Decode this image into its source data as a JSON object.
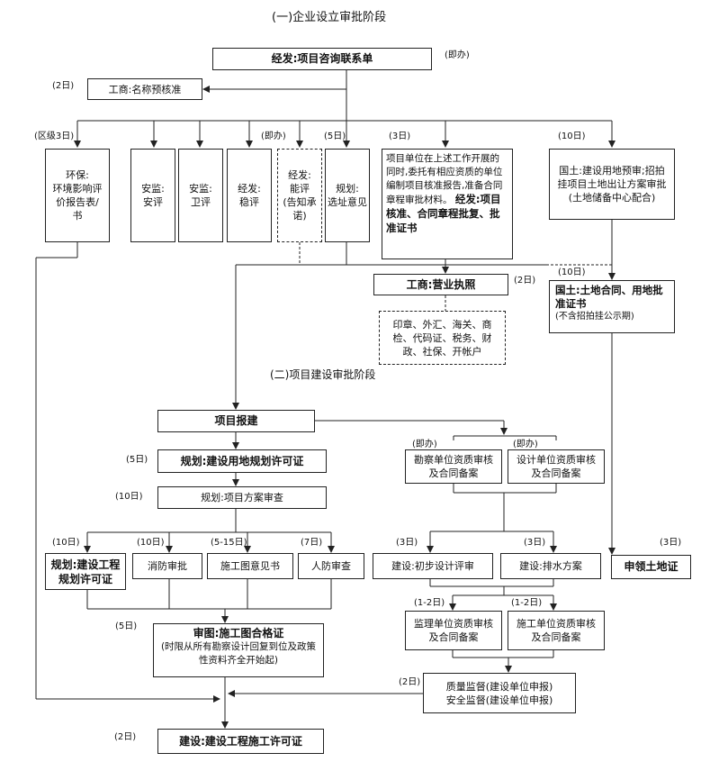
{
  "titles": {
    "stage1": "(一)企业设立审批阶段",
    "stage2": "(二)项目建设审批阶段"
  },
  "stage1": {
    "consult": {
      "label": "经发:项目咨询联系单",
      "tag": "(即办)"
    },
    "name_check": {
      "label": "工商:名称预核准",
      "tag": "(2日)"
    },
    "env": {
      "label": "环保:\n环境影响评价报告表/书",
      "tag": "(区级3日)"
    },
    "safety_eval": {
      "label": "安监:\n安评"
    },
    "health_eval": {
      "label": "安监:\n卫评"
    },
    "stability_eval": {
      "label": "经发:\n稳评"
    },
    "energy_eval": {
      "label": "经发:\n能评\n(告知承诺)",
      "tag": "(即办)"
    },
    "site_opinion": {
      "label": "规划:\n选址意见",
      "tag": "(5日)"
    },
    "approval_prep": {
      "label": "项目单位在上述工作开展的同时,委托有相应资质的单位编制项目核准报告,准备合同章程审批材料。",
      "bold": "经发:项目核准、合同章程批复、批准证书",
      "tag": "(3日)"
    },
    "land_pre": {
      "label": "国土:建设用地预审;招拍挂项目土地出让方案审批(土地储备中心配合)",
      "tag": "(10日)"
    },
    "license": {
      "label": "工商:营业执照",
      "tag": "(2日)"
    },
    "post_license": {
      "label": "印章、外汇、海关、商检、代码证、税务、财政、社保、开帐户"
    },
    "land_contract": {
      "label": "国土:土地合同、用地批准证书",
      "sub": "(不含招拍挂公示期)",
      "tag": "(10日)"
    }
  },
  "stage2": {
    "report": {
      "label": "项目报建"
    },
    "land_permit": {
      "label": "规划:建设用地规划许可证",
      "tag": "(5日)"
    },
    "scheme_review": {
      "label": "规划:项目方案审查",
      "tag": "(10日)"
    },
    "survey_qual": {
      "label": "勘察单位资质审核及合同备案",
      "tag": "(即办)"
    },
    "design_qual": {
      "label": "设计单位资质审核及合同备案",
      "tag": "(即办)"
    },
    "eng_permit": {
      "label": "规划:建设工程规划许可证",
      "tag": "(10日)"
    },
    "fire": {
      "label": "消防审批",
      "tag": "(10日)"
    },
    "drawing_opinion": {
      "label": "施工图意见书",
      "tag": "(5-15日)"
    },
    "civil_defense": {
      "label": "人防审查",
      "tag": "(7日)"
    },
    "prelim_design": {
      "label": "建设:初步设计评审",
      "tag": "(3日)"
    },
    "drainage": {
      "label": "建设:排水方案",
      "tag": "(3日)"
    },
    "land_cert": {
      "label": "申领土地证",
      "tag": "(3日)"
    },
    "supervise_qual": {
      "label": "监理单位资质审核及合同备案",
      "tag": "(1-2日)"
    },
    "construct_qual": {
      "label": "施工单位资质审核及合同备案",
      "tag": "(1-2日)"
    },
    "drawing_cert": {
      "label": "审图:施工图合格证",
      "sub": "(时限从所有勘察设计回复到位及政策性资料齐全开始起)",
      "tag": "(5日)"
    },
    "quality": {
      "label": "质量监督(建设单位申报)\n安全监督(建设单位申报)",
      "tag": "(2日)"
    },
    "build_permit": {
      "label": "建设:建设工程施工许可证",
      "tag": "(2日)"
    }
  }
}
